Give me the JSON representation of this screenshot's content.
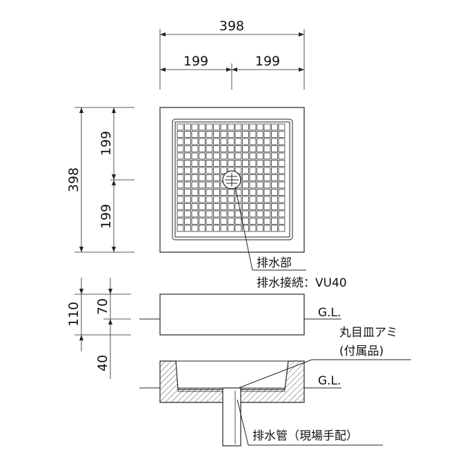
{
  "dimensions": {
    "top_overall": "398",
    "top_half_left": "199",
    "top_half_right": "199",
    "left_overall": "398",
    "left_half_top": "199",
    "left_half_bottom": "199",
    "height_total": "110",
    "height_above_gl": "70",
    "depth_below_gl": "40"
  },
  "labels": {
    "drain_part": "排水部",
    "drain_connection": "排水接続：VU40",
    "gl_upper": "G.L.",
    "round_mesh": "丸目皿アミ",
    "accessory": "(付属品)",
    "gl_lower": "G.L.",
    "drain_pipe": "排水管（現場手配）"
  }
}
